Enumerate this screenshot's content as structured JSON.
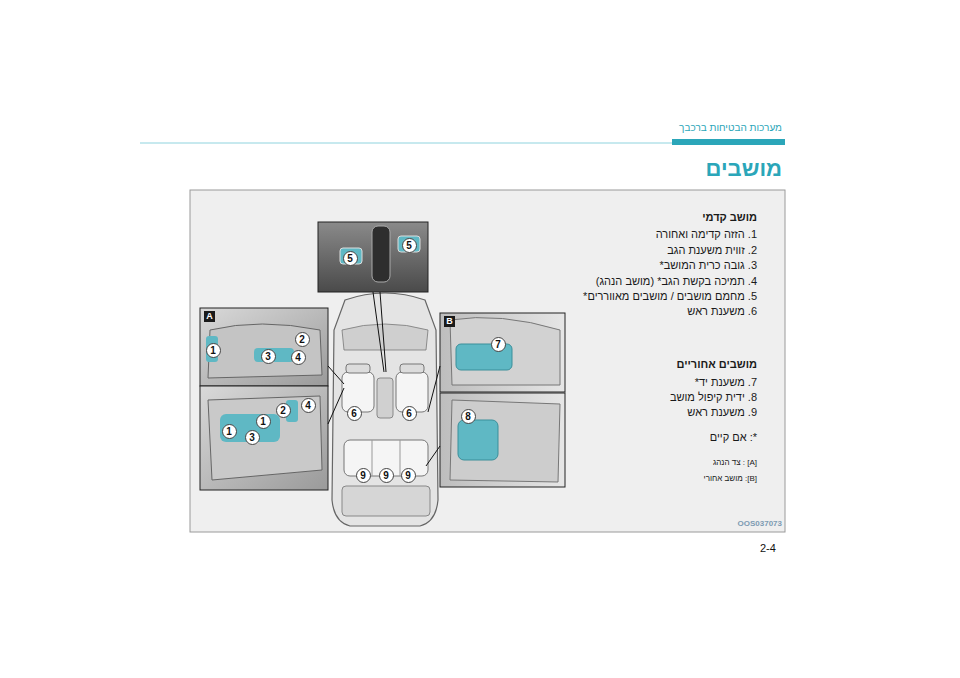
{
  "diagram": {
    "title": "מושבים",
    "labels": [
      "מערכות הבטיחות ברכבך",
      "מושב קדמי",
      "1. הזזה קדימה ואחורה",
      "2. זווית משענת הגב",
      "3. גובה כרית המושב*",
      "4. תמיכה בקשת הגב* (מושב הנהג)",
      "5. מחמם מושבים / מושבים מאווררים*",
      "6. משענת ראש",
      "מושבים אחוריים",
      "7. משענת יד*",
      "8. ידית קיפול מושב",
      "9. משענת ראש",
      "*: אם קיים",
      "[A] : צד הנהג",
      "[B]: מושב אחורי",
      "OOS037073",
      "2-4",
      "A",
      "B",
      "1",
      "2",
      "3",
      "4",
      "4",
      "2",
      "1",
      "1",
      "3",
      "5",
      "5",
      "6",
      "6",
      "9",
      "9",
      "9",
      "7",
      "8"
    ]
  }
}
